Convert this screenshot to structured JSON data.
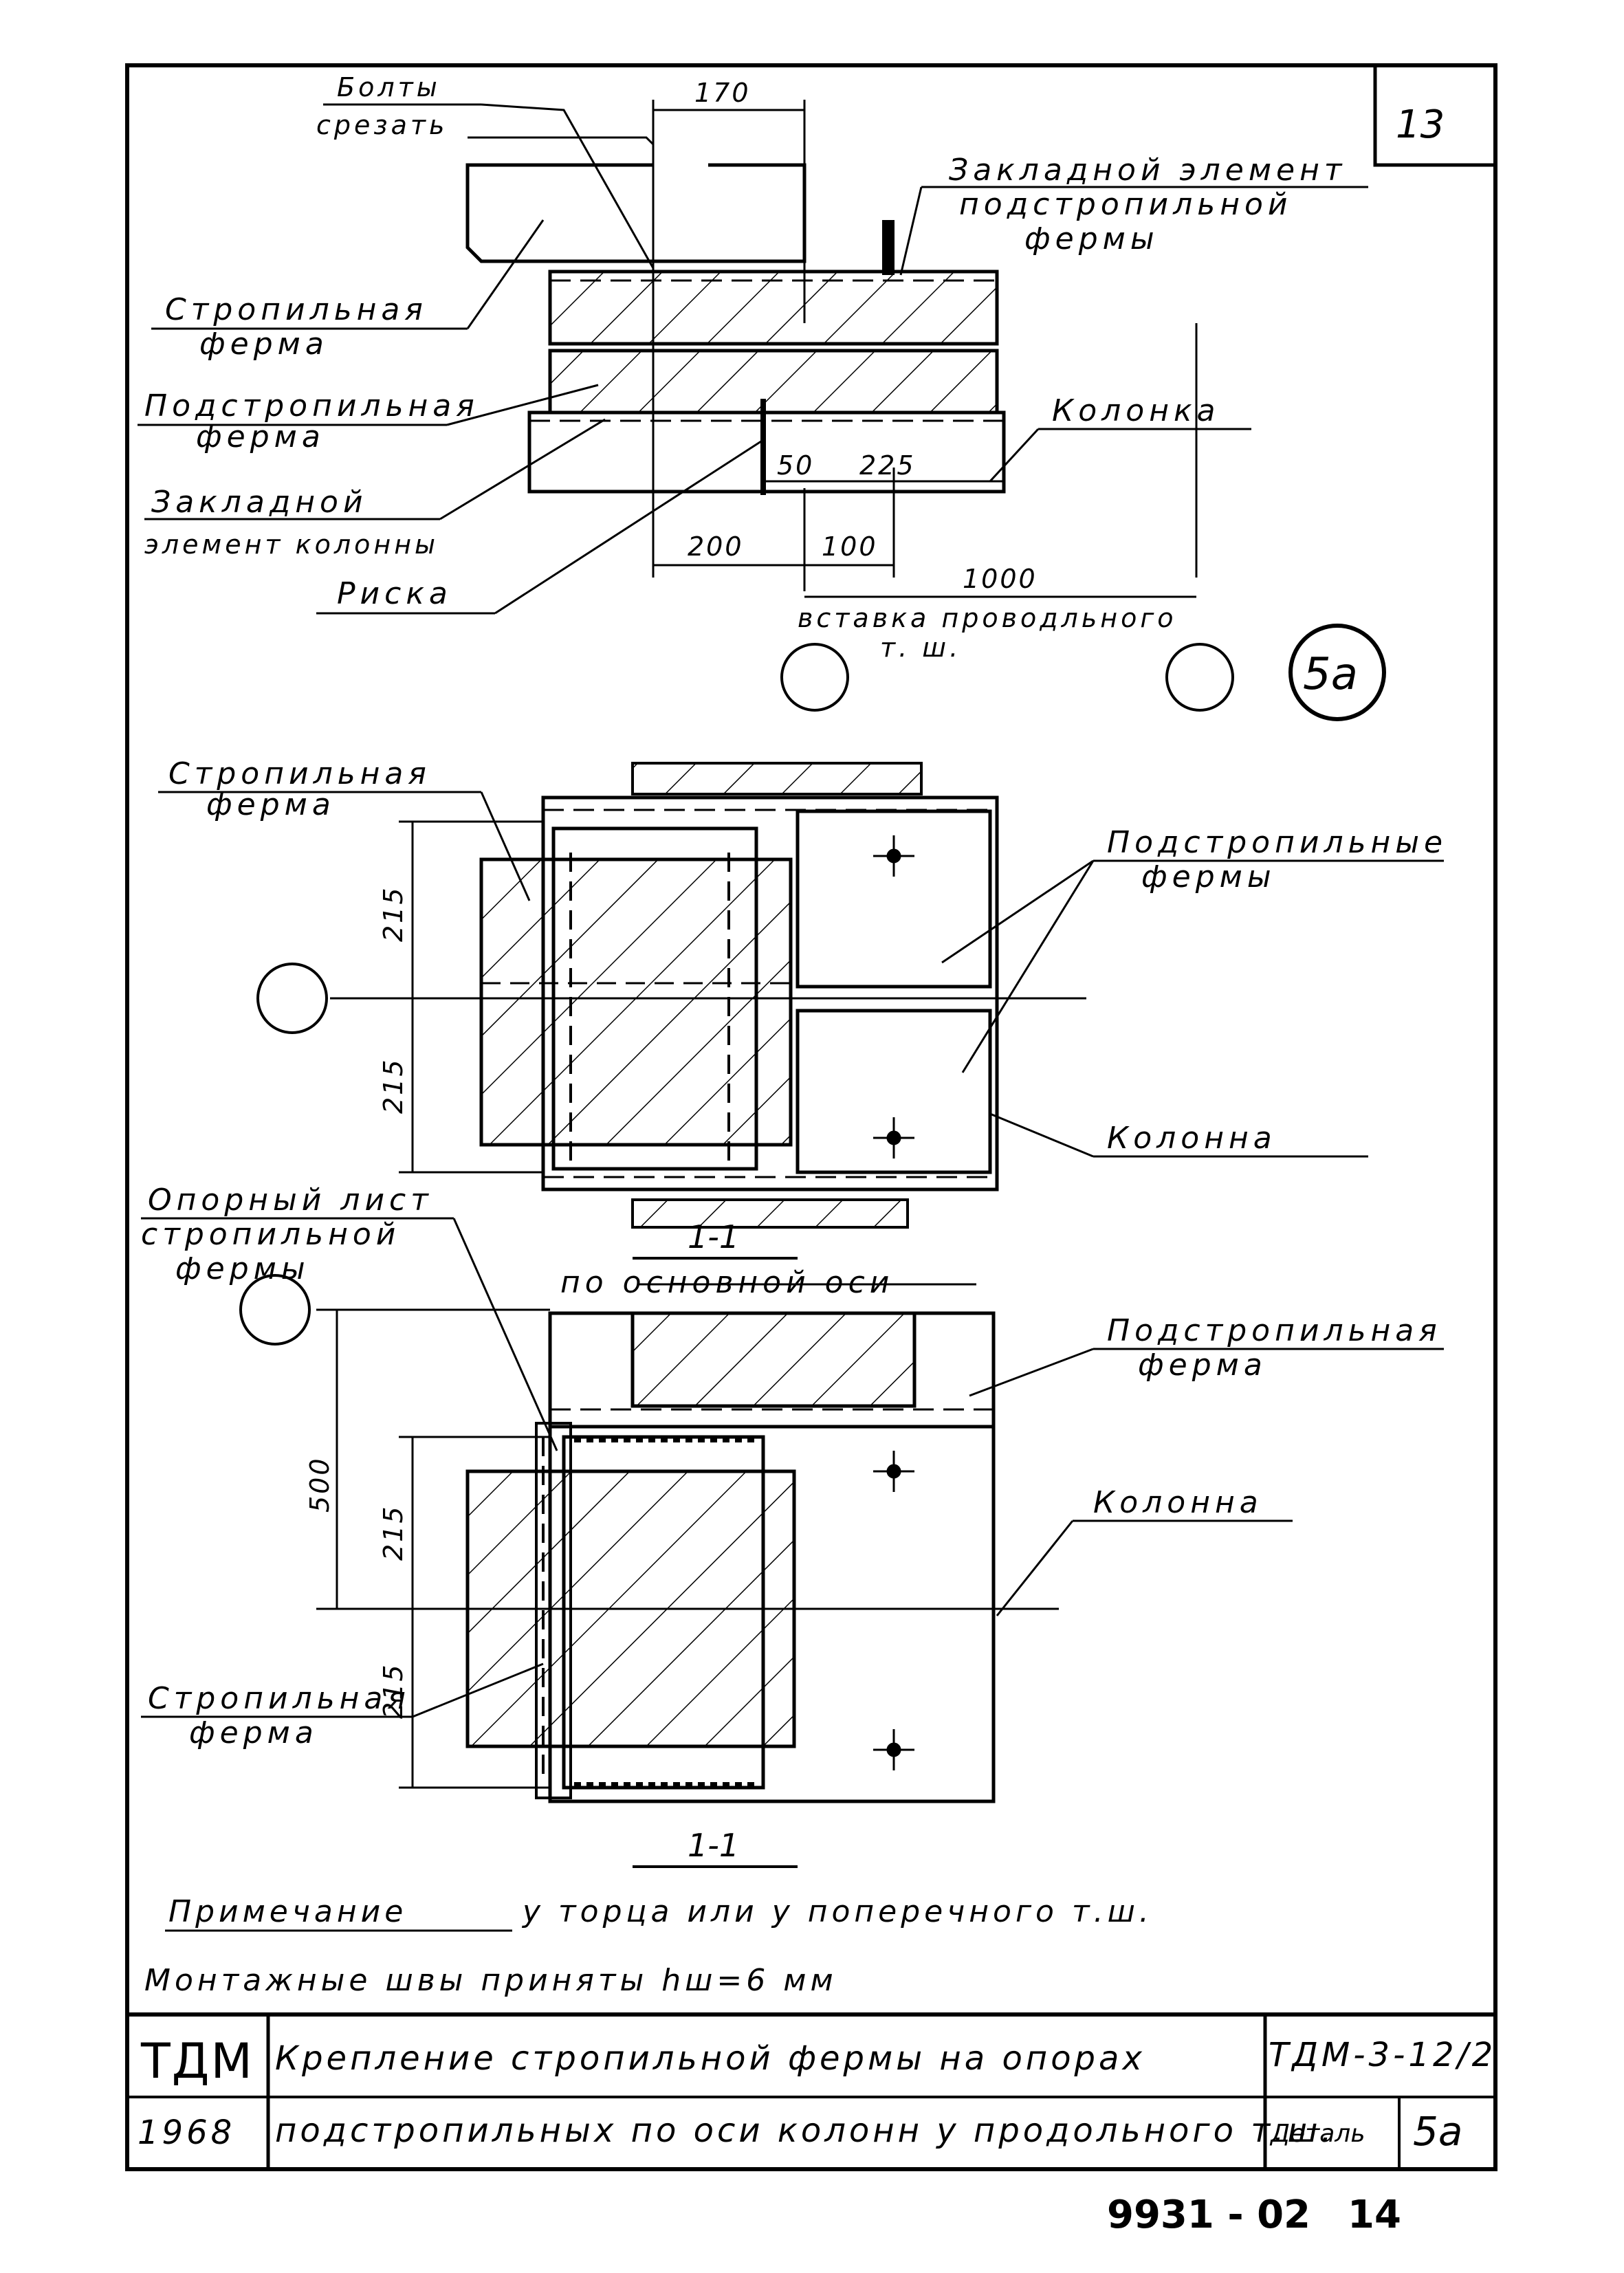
{
  "sheet_number": "13",
  "detail_mark": "5а",
  "top_view": {
    "label_bolts": [
      "Болты",
      "срезать"
    ],
    "label_embedded_truss": [
      "Закладной элемент",
      "подстропильной",
      "фермы"
    ],
    "label_rafter_truss": [
      "Стропильная",
      "ферма"
    ],
    "label_sub_truss": [
      "Подстропильная",
      "ферма"
    ],
    "label_column": "Колонка",
    "label_embedded_column": [
      "Закладной",
      "элемент колонны"
    ],
    "label_mark": "Риска",
    "label_insert": [
      "вставка проводльного",
      "т. ш."
    ],
    "dims": {
      "d170": "170",
      "d50": "50",
      "d225": "225",
      "d200": "200",
      "d100": "100",
      "d1000": "1000"
    }
  },
  "plan_view": {
    "label_rafter_truss": [
      "Стропильная",
      "ферма"
    ],
    "label_sub_trusses": [
      "Подстропильные",
      "фермы"
    ],
    "label_column": "Колонна",
    "label_support_sheet": [
      "Опорный лист",
      "стропильной",
      "фермы"
    ],
    "dims": [
      "215",
      "215"
    ]
  },
  "section_1_1": {
    "mark": "1-1",
    "caption": "по основной оси",
    "label_sub_truss": [
      "Подстропильная",
      "ферма"
    ],
    "label_column": "Колонна",
    "label_rafter_truss": [
      "Стропильная",
      "ферма"
    ],
    "dims": {
      "d500": "500",
      "d215a": "215",
      "d215b": "215"
    },
    "mark_bottom": "1-1"
  },
  "notes": {
    "line1_title": "Примечание",
    "line1_text": "у торца или у поперечного т.ш.",
    "line2_text": "Монтажные швы приняты hш=6 мм"
  },
  "title_block": {
    "org": "ТДМ",
    "year": "1968",
    "title_line1": "Крепление стропильной фермы на опорах",
    "title_line2": "подстропильных по оси колонн у продольного т.ш.",
    "code": "ТДМ-3-12/2",
    "detail_label": "Деталь",
    "detail_value": "5а"
  },
  "bottom_code": "9931 - 02",
  "bottom_page": "14"
}
